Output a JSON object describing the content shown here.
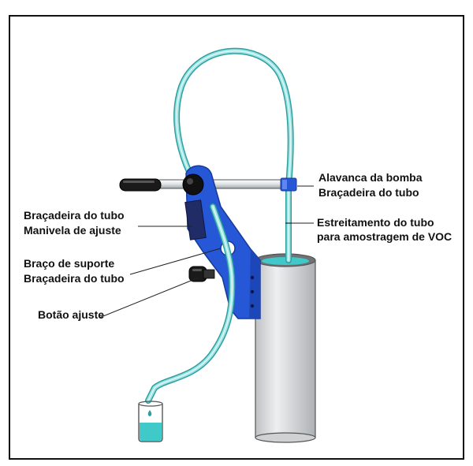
{
  "labels": {
    "pump_lever": "Alavanca da bomba",
    "tube_clamp_top": "Braçadeira do tubo",
    "tube_constriction_line1": "Estreitamento do tubo",
    "tube_constriction_line2": "para amostragem de VOC",
    "tube_clamp_left": "Braçadeira do tubo",
    "adjust_crank": "Manivela de ajuste",
    "support_arm": "Braço de suporte",
    "tube_clamp_mid": "Braçadeira do tubo",
    "adjust_knob": "Botão ajuste"
  },
  "colors": {
    "frame": "#111111",
    "tube": "#7fd6d6",
    "tube_edge": "#2f9e9e",
    "pump_body": "#2557d6",
    "pump_shadow": "#173a9a",
    "handle": "#1a1a1a",
    "well_casing": "#d9dadb",
    "water": "#3fc9c9"
  }
}
